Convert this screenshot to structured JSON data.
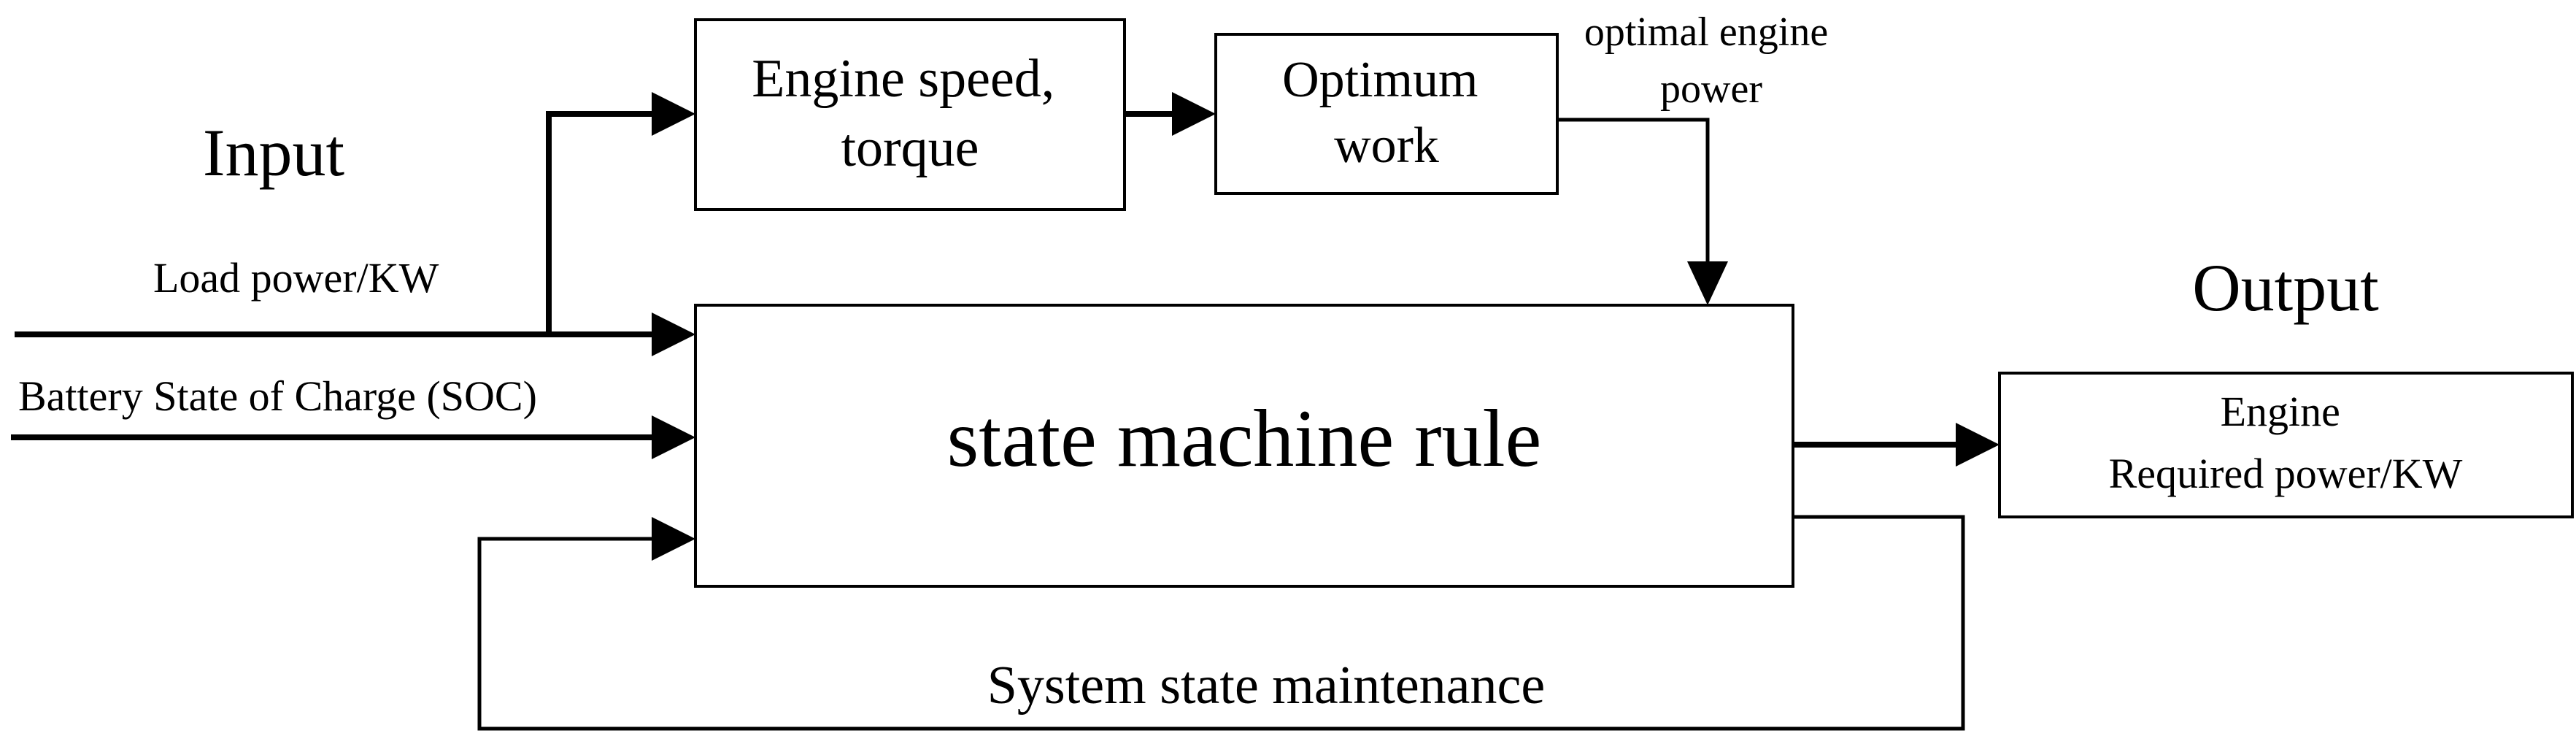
{
  "labels": {
    "input": "Input",
    "output": "Output",
    "load_power": "Load power/KW",
    "battery_soc": "Battery State of Charge (SOC)",
    "optimal_engine_power": [
      "optimal engine",
      "power"
    ],
    "system_state_maintenance": "System state maintenance"
  },
  "boxes": {
    "engine_speed_torque": [
      "Engine speed,",
      "torque"
    ],
    "optimum_work": [
      "Optimum",
      "work"
    ],
    "state_machine_rule": "state machine rule",
    "engine_required_power": [
      "Engine",
      "Required power/KW"
    ]
  }
}
